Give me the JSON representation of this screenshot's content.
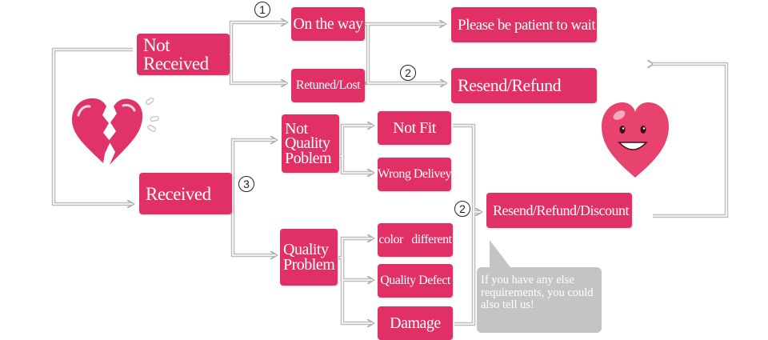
{
  "diagram": {
    "nodes": {
      "not_received": "Not Received",
      "received": "Received",
      "on_the_way": "On the way",
      "returned_lost": "Retuned/Lost",
      "please_wait": "Please be patient to wait",
      "resend_refund": "Resend/Refund",
      "not_quality_problem": "Not\nQuality\nPoblem",
      "quality_problem": "Quality\nProblem",
      "not_fit": "Not Fit",
      "wrong_delivery": "Wrong Delivey",
      "color_different": "color   different",
      "quality_defect": "Quality Defect",
      "damage": "Damage",
      "resend_refund_discount": "Resend/Refund/Discount"
    },
    "markers": [
      "1",
      "2",
      "3",
      "2"
    ],
    "speech_bubble": "If you have any else requirements, you could also tell us!",
    "icons": [
      "broken-heart-icon",
      "smiling-heart-icon"
    ],
    "colors": {
      "box": "#e03066",
      "text": "#ffffff",
      "arrow_stroke": "#b0b0b0",
      "bubble": "#c4c4c4",
      "broken_heart": "#e0336a",
      "happy_heart": "#e8436f"
    }
  }
}
